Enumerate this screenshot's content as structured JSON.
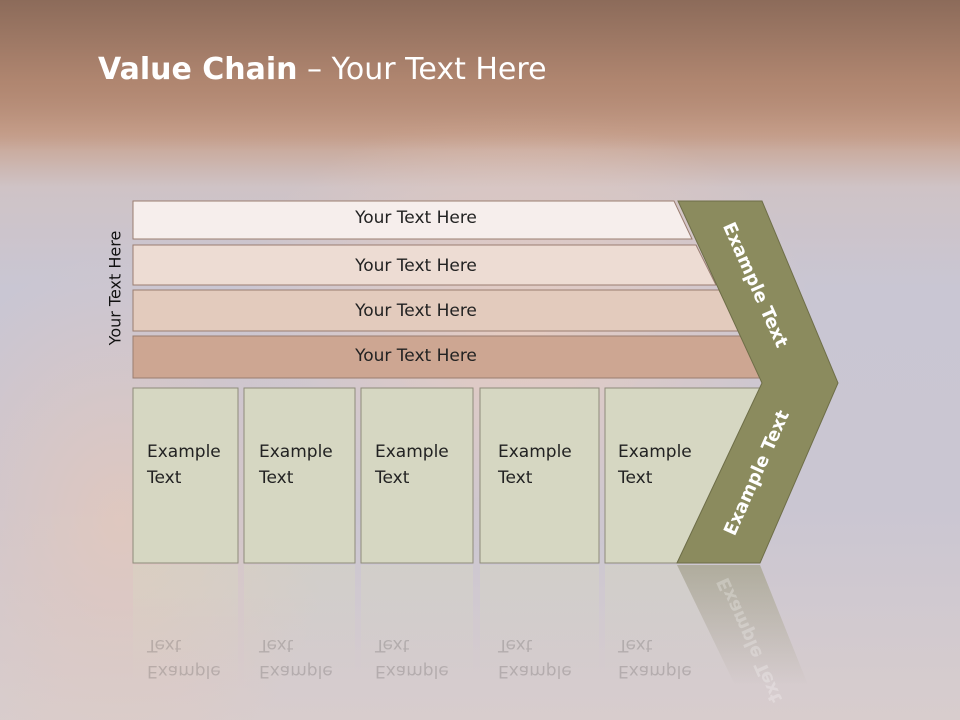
{
  "slide": {
    "title_bold": "Value Chain",
    "title_rest": " – Your Text Here",
    "vertical_label": "Your Text Here"
  },
  "rows": [
    {
      "label": "Your Text Here",
      "fill": "#f6eeec"
    },
    {
      "label": "Your Text Here",
      "fill": "#eddcd3"
    },
    {
      "label": "Your Text Here",
      "fill": "#e3cbbd"
    },
    {
      "label": "Your Text Here",
      "fill": "#cda692"
    }
  ],
  "boxes": [
    {
      "line1": "Example",
      "line2": "Text"
    },
    {
      "line1": "Example",
      "line2": "Text"
    },
    {
      "line1": "Example",
      "line2": "Text"
    },
    {
      "line1": "Example",
      "line2": "Text"
    },
    {
      "line1": "Example",
      "line2": "Text"
    }
  ],
  "chevron": {
    "upper_label": "Example Text",
    "lower_label": "Example Text",
    "fill": "#8b8b5e"
  },
  "colors": {
    "box_fill": "#d6d7c2",
    "box_stroke": "#8e8b7a"
  }
}
